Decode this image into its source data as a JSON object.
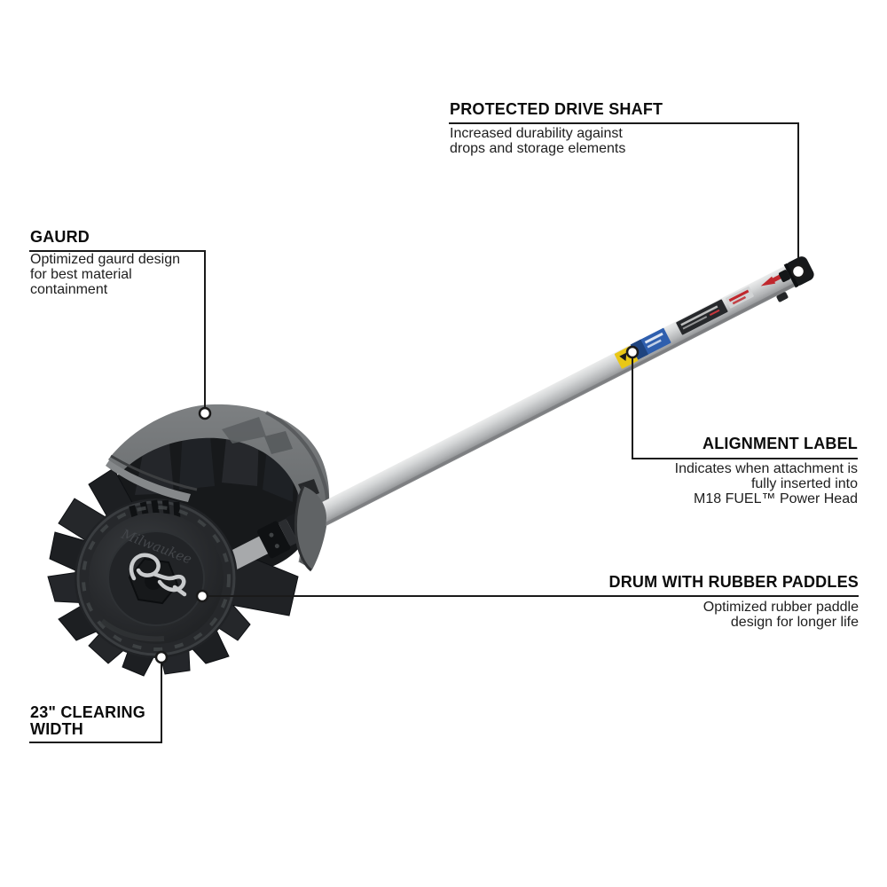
{
  "page": {
    "background": "#ffffff"
  },
  "product": {
    "kind": "rubber-broom-attachment",
    "drum_logo": "Milwaukee"
  },
  "callouts": {
    "protected_drive_shaft": {
      "title": "PROTECTED DRIVE SHAFT",
      "body": [
        "Increased durability against",
        "drops and storage elements"
      ]
    },
    "gaurd": {
      "title": "GAURD",
      "body": [
        "Optimized gaurd design",
        "for best material",
        "containment"
      ]
    },
    "alignment_label": {
      "title": "ALIGNMENT LABEL",
      "body": [
        "Indicates when attachment is",
        "fully inserted into",
        "M18 FUEL™ Power Head"
      ]
    },
    "drum_with_rubber_paddles": {
      "title": "DRUM WITH RUBBER PADDLES",
      "body": [
        "Optimized rubber paddle",
        "design for longer life"
      ]
    },
    "clearing_width": {
      "title": [
        "23\" CLEARING",
        "WIDTH"
      ]
    }
  },
  "colors": {
    "callout_line": "#1a1a1a",
    "guard_gray": "#6e7173",
    "drum_charcoal": "#232527",
    "shaft_silver": "#c6c8ca",
    "sticker_yellow": "#e9c716",
    "sticker_blue": "#2f5fae",
    "brand_red": "#c0272d"
  }
}
